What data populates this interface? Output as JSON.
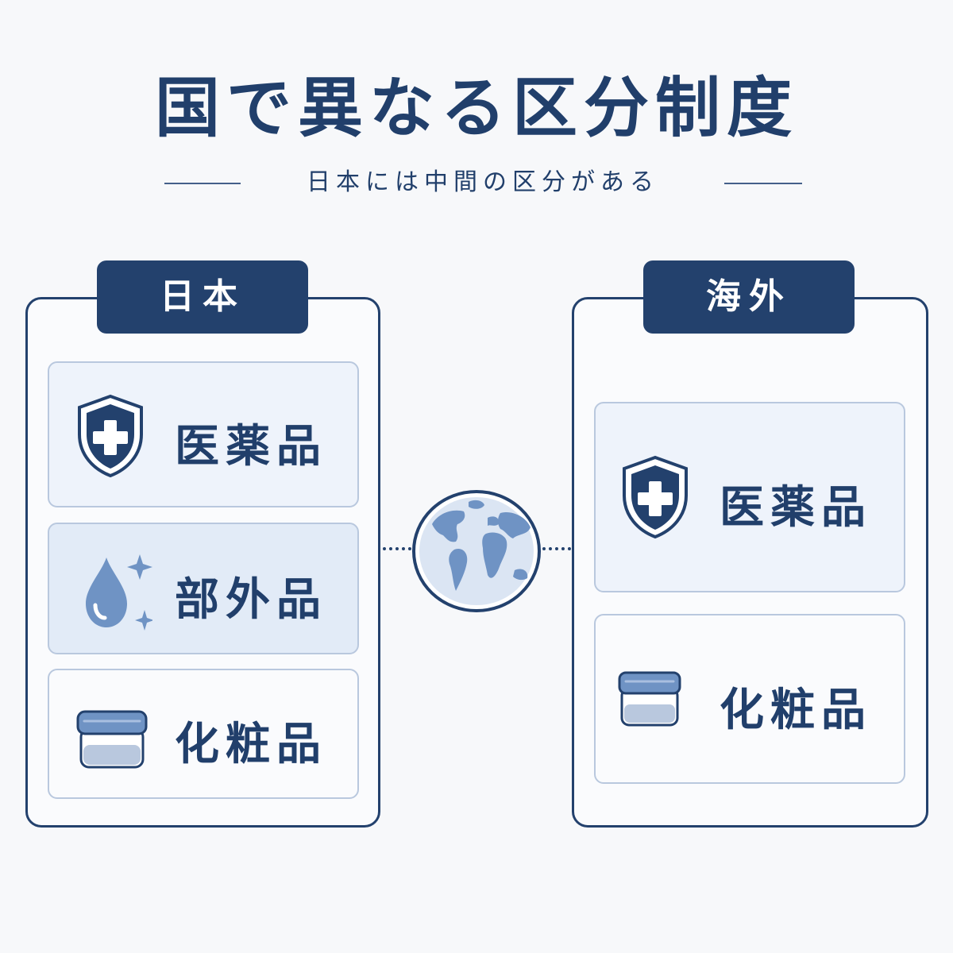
{
  "title": "国で異なる区分制度",
  "subtitle": "日本には中間の区分がある",
  "japan": {
    "tab_label": "日本",
    "items": [
      {
        "label": "医薬品",
        "icon": "shield-cross-icon"
      },
      {
        "label": "部外品",
        "icon": "water-drop-icon"
      },
      {
        "label": "化粧品",
        "icon": "cream-jar-icon"
      }
    ]
  },
  "overseas": {
    "tab_label": "海外",
    "items": [
      {
        "label": "医薬品",
        "icon": "shield-cross-icon"
      },
      {
        "label": "化粧品",
        "icon": "cream-jar-icon"
      }
    ]
  },
  "connector_icon": "globe-icon",
  "colors": {
    "navy": "#23416d",
    "text": "#213f6b",
    "card_light": "#eef3fb",
    "card_highlight": "#e2ebf7",
    "card_plain": "#fafbfd",
    "icon_blue": "#6f93c4"
  }
}
